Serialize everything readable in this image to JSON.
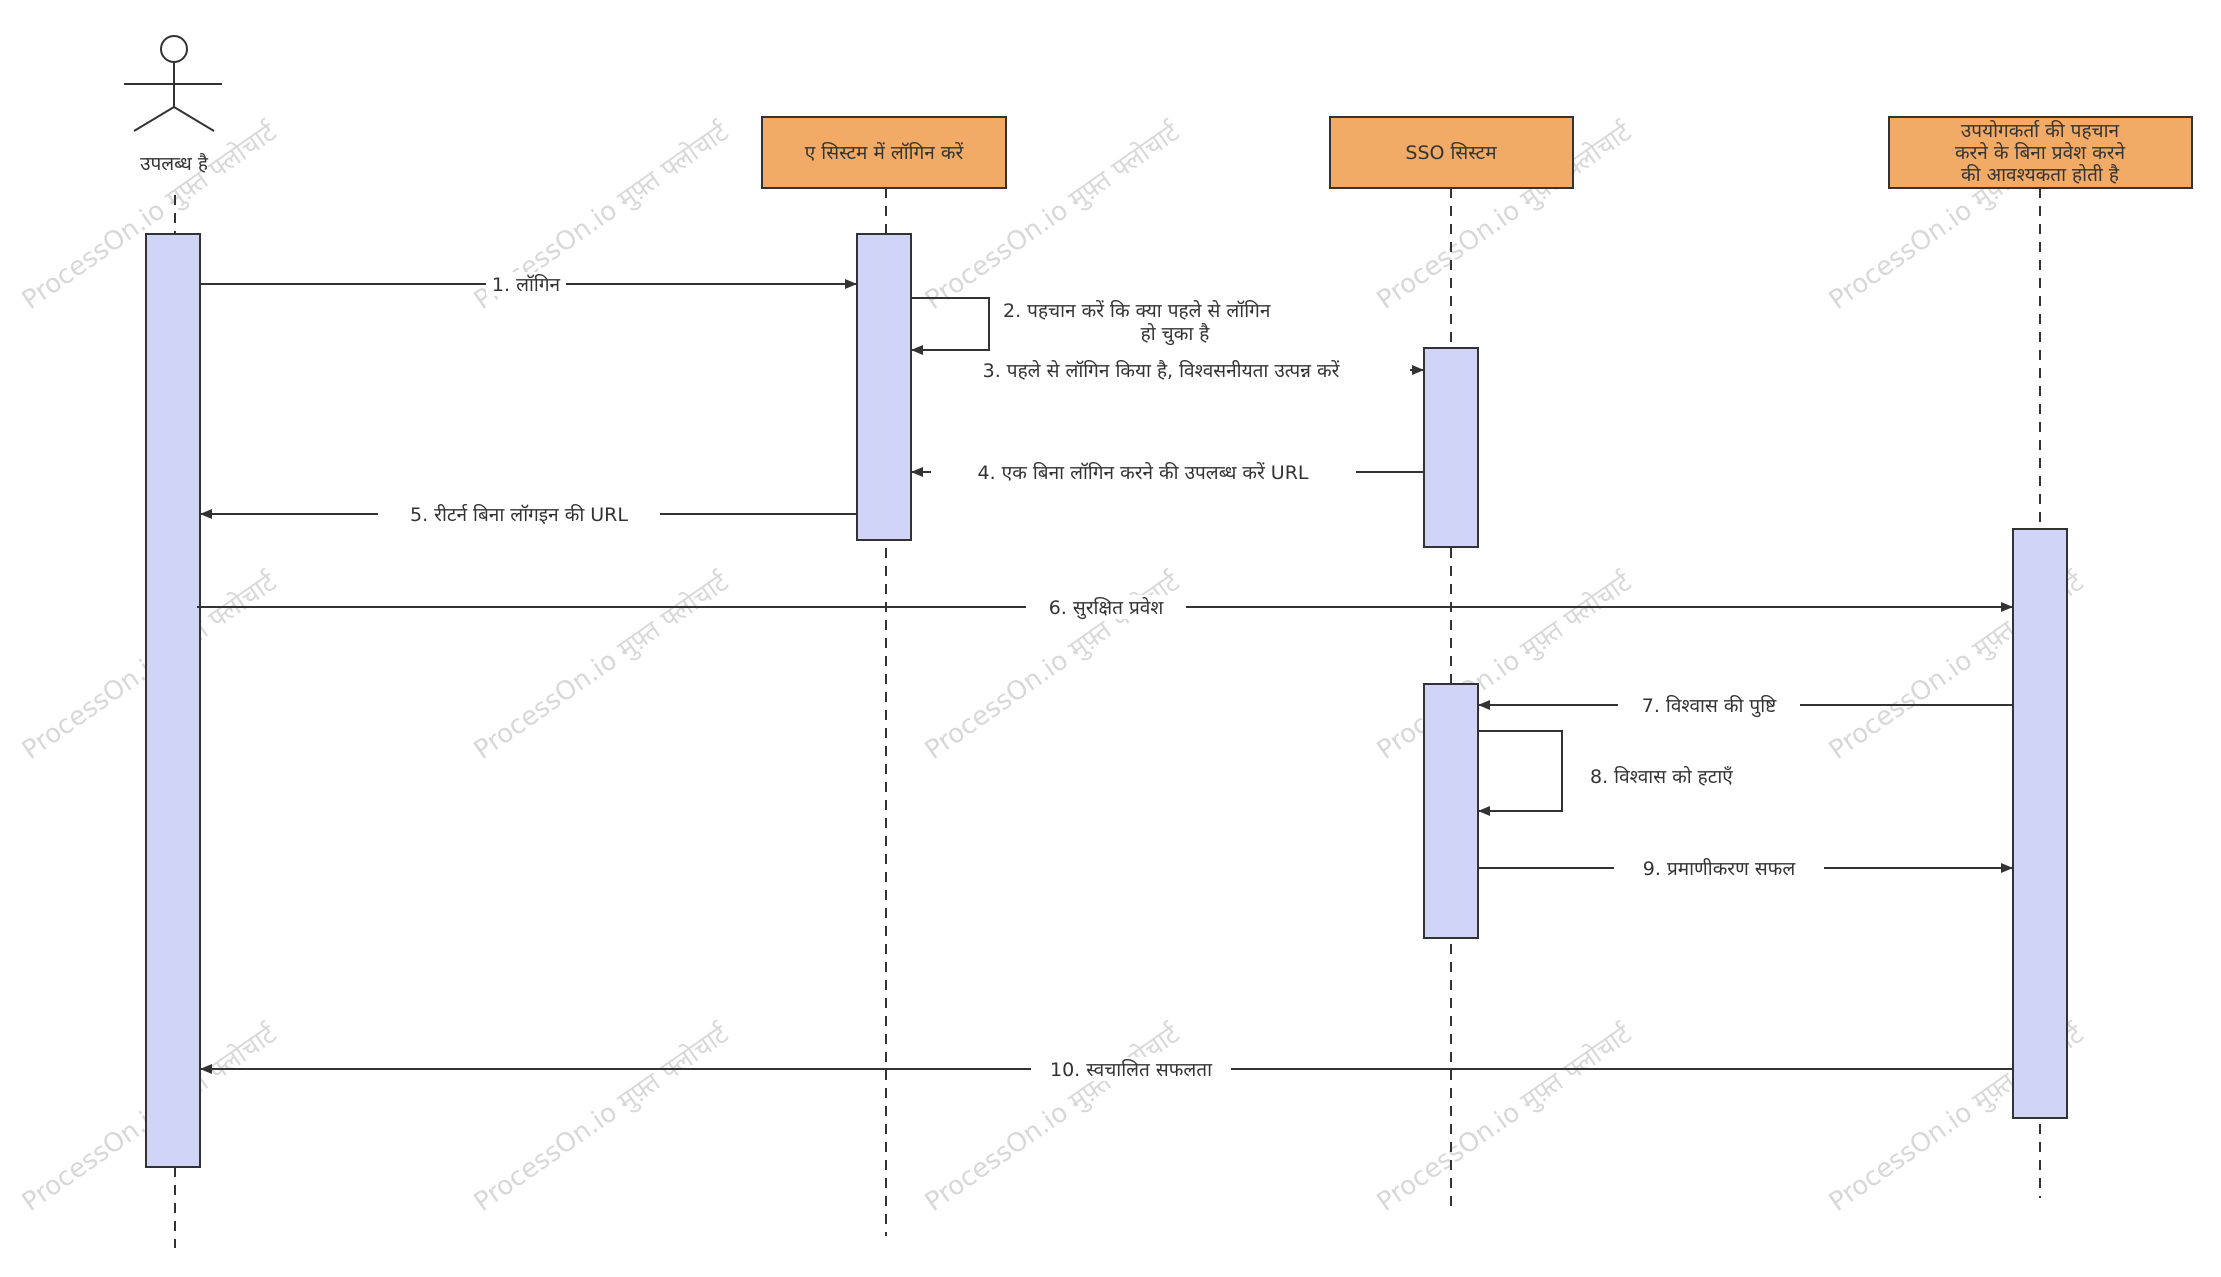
{
  "watermark": {
    "text": "ProcessOn.io मुफ़्त फ्लोचार्ट",
    "color": "#d8d8d8"
  },
  "colors": {
    "participant_fill": "#f2ab67",
    "activation_fill": "#d0d4f7",
    "line": "#333333"
  },
  "actor": {
    "label": "उपलब्ध है",
    "icon": "stick-figure-icon"
  },
  "participants": [
    {
      "id": "system-a",
      "label_lines": [
        "ए सिस्टम में लॉगिन करें"
      ]
    },
    {
      "id": "sso",
      "label_lines": [
        "SSO सिस्टम"
      ]
    },
    {
      "id": "system-b",
      "label_lines": [
        "उपयोगकर्ता की पहचान",
        "करने के बिना प्रवेश करने",
        "की आवश्यकता होती है"
      ]
    }
  ],
  "messages": [
    {
      "n": "1",
      "lines": [
        "1. लॉगिन"
      ]
    },
    {
      "n": "2",
      "lines": [
        "2. पहचान करें कि क्या पहले से लॉगिन",
        "हो चुका है"
      ]
    },
    {
      "n": "3",
      "lines": [
        "3. पहले से लॉगिन किया है, विश्वसनीयता उत्पन्न करें"
      ]
    },
    {
      "n": "4",
      "lines": [
        "4. एक बिना लॉगिन करने की उपलब्ध करें URL"
      ]
    },
    {
      "n": "5",
      "lines": [
        "5. रीटर्न बिना लॉगइन की URL"
      ]
    },
    {
      "n": "6",
      "lines": [
        "6. सुरक्षित प्रवेश"
      ]
    },
    {
      "n": "7",
      "lines": [
        "7. विश्वास की पुष्टि"
      ]
    },
    {
      "n": "8",
      "lines": [
        "8. विश्वास को हटाएँ"
      ]
    },
    {
      "n": "9",
      "lines": [
        "9. प्रमाणीकरण सफल"
      ]
    },
    {
      "n": "10",
      "lines": [
        "10. स्वचालित सफलता"
      ]
    }
  ]
}
